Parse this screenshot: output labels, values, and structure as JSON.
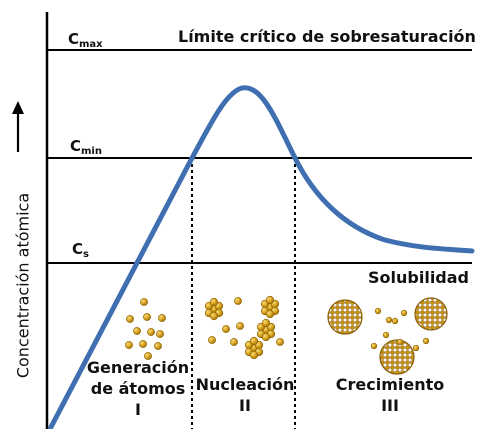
{
  "labels": {
    "c_max": "C",
    "c_max_sub": "max",
    "c_min": "C",
    "c_min_sub": "min",
    "c_s": "C",
    "c_s_sub": "s",
    "limit": "Límite crítico de sobresaturación",
    "solubility": "Solubilidad",
    "y_axis": "Concentración atómica"
  },
  "stages": [
    {
      "name_line1": "Generación",
      "name_line2": "de átomos",
      "numeral": "I"
    },
    {
      "name_line1": "Nucleación",
      "numeral": "II"
    },
    {
      "name_line1": "Crecimiento",
      "numeral": "III"
    }
  ],
  "colors": {
    "curve": "#3f6fb0",
    "gold": "#d9a21b",
    "gold_dark": "#9a6c08",
    "gold_light": "#f7dc80",
    "line": "#000000"
  },
  "icons": [
    "up-arrow-icon"
  ]
}
